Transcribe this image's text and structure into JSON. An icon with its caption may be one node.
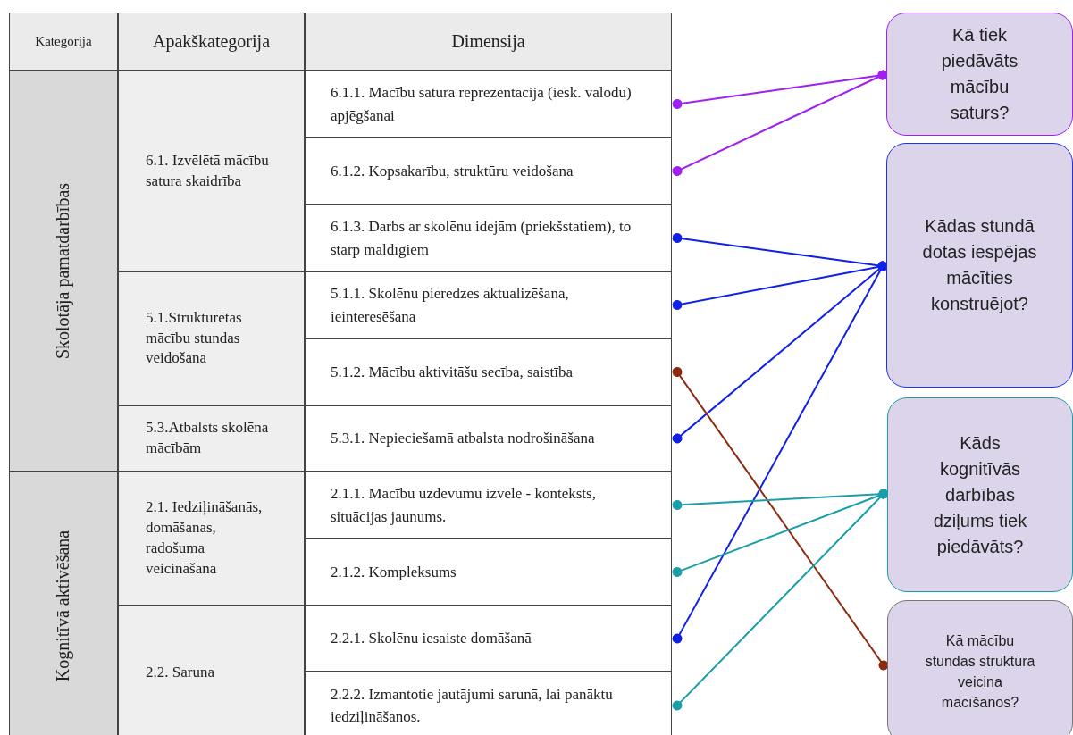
{
  "diagram": {
    "nodes": [
      {
        "text": [
          "Skolotāja pamatdarbības"
        ]
      },
      {
        "text": [
          "6.1. Izvēlētā mācību satura skaidrība"
        ]
      },
      {
        "text": [
          "6.1.1. Mācību satura reprezentācija (iesk. valodu) apjēgšanai"
        ]
      },
      {
        "text": [
          "6.1.2. Kopsakarību, struktūru veidošana"
        ]
      },
      {
        "text": [
          "6.1.3. Darbs ar skolēnu idejām (priekšstatiem), to starp maldīgiem"
        ]
      },
      {
        "text": [
          "5.1.Strukturētas mācību stundas veidošana"
        ]
      },
      {
        "text": [
          "5.1.1. Skolēnu pieredzes aktualizēšana, ieinteresēšana"
        ]
      },
      {
        "text": [
          "5.1.2. Mācību aktivitāšu secība, saistība"
        ]
      },
      {
        "text": [
          "5.3.Atbalsts skolēna mācībām"
        ]
      },
      {
        "text": [
          "5.3.1. Nepieciešamā atbalsta nodrošināšana"
        ]
      },
      {
        "text": [
          "Kognitīvā aktivēšana"
        ]
      },
      {
        "text": [
          "2.1. Iedziļināšanās, domāšanas, radošuma veicināšana"
        ]
      },
      {
        "text": [
          "2.1.1. Mācību uzdevumu izvēle - konteksts, situācijas jaunums."
        ]
      },
      {
        "text": [
          "2.1.2. Kompleksums"
        ]
      },
      {
        "text": [
          "2.2. Saruna"
        ]
      },
      {
        "text": [
          "2.2.1. Skolēnu iesaiste domāšanā"
        ]
      },
      {
        "text": [
          "2.2.2. Izmantotie jautājumi sarunā, lai panāktu iedziļināšanos."
        ]
      },
      {
        "text": [
          "Kā tiek piedāvāts mācību saturs?"
        ]
      },
      {
        "text": [
          "Kādas stundā dotas iespējas mācīties konstruējot?"
        ]
      },
      {
        "text": [
          "Kāds kognitīvās darbības dziļums tiek piedāvāts?"
        ]
      },
      {
        "text": [
          "Kā mācību stundas struktūra veicina mācīšanos?"
        ]
      }
    ],
    "edges": [
      {
        "from": 2,
        "to": 17,
        "arrow": "other",
        "color": "#a020f0"
      },
      {
        "from": 3,
        "to": 17,
        "arrow": "other",
        "color": "#a020f0"
      },
      {
        "from": 4,
        "to": 18,
        "arrow": "other"
      },
      {
        "from": 6,
        "to": 18,
        "arrow": "other"
      },
      {
        "from": 9,
        "to": 18,
        "arrow": "other"
      },
      {
        "from": 15,
        "to": 18,
        "arrow": "other"
      },
      {
        "from": 7,
        "to": 20,
        "arrow": "other",
        "color": "#8b2a10"
      },
      {
        "from": 12,
        "to": 19,
        "arrow": "other",
        "color": "#1a9ea8"
      },
      {
        "from": 13,
        "to": 19,
        "arrow": "other",
        "color": "#1a9ea8"
      },
      {
        "from": 16,
        "to": 19,
        "arrow": "other",
        "color": "#1a9ea8"
      }
    ],
    "labels": [
      "Kategorija",
      "Apakškategorija",
      "Dimensija"
    ]
  }
}
